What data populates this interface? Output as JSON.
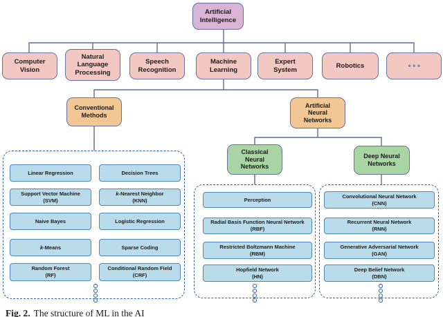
{
  "palette": {
    "background": "#ffffff",
    "connector": "#5f6da0",
    "node-border": "#66719f",
    "root-fill": "#d9b4d6",
    "branch-pink": "#f4c8c2",
    "branch-orange": "#f3c794",
    "branch-green": "#a9d5a5",
    "leaf-fill": "#b9dbea",
    "leaf-border": "#4e86bb",
    "container-border": "#2e5ea6",
    "text": "#1c1c1c",
    "ellipsis": "#7289c0"
  },
  "tree": {
    "root": {
      "label": "Artificial Intelligence"
    },
    "level2": [
      {
        "label": "Computer Vision"
      },
      {
        "label": "Natural Language Processing"
      },
      {
        "label": "Speech Recognition"
      },
      {
        "label": "Machine Learning"
      },
      {
        "label": "Expert System"
      },
      {
        "label": "Robotics"
      },
      {
        "label": "•••"
      }
    ],
    "ml_branches": [
      {
        "label": "Conventional Methods"
      },
      {
        "label": "Artificial Neural Networks"
      }
    ],
    "ann_branches": [
      {
        "label": "Classical Neural Networks"
      },
      {
        "label": "Deep Neural Networks"
      }
    ],
    "conventional": {
      "col1": [
        {
          "line1": "Linear Regression"
        },
        {
          "line1": "Support Vector Machine",
          "line2": "(SVM)"
        },
        {
          "line1": "Naive Bayes"
        },
        {
          "prefix_italic": "k",
          "line1": "-Means"
        },
        {
          "line1": "Random Forest",
          "line2": "(RF)"
        }
      ],
      "col2": [
        {
          "line1": "Decision Trees"
        },
        {
          "prefix_italic": "k",
          "line1": "-Nearest Neighbor",
          "line2": "(KNN)"
        },
        {
          "line1": "Logistic Regression"
        },
        {
          "line1": "Sparse Coding"
        },
        {
          "line1": "Conditional Random Field",
          "line2": "(CRF)"
        }
      ]
    },
    "classical_nn": [
      {
        "line1": "Perception"
      },
      {
        "line1": "Radial Basis Function Neural Network",
        "line2": "(RBF)"
      },
      {
        "line1": "Restricted Boltzmann Machine",
        "line2": "(RBM)"
      },
      {
        "line1": "Hopfield Network",
        "line2": "(HN)"
      }
    ],
    "deep_nn": [
      {
        "line1": "Convolutional Neural Network",
        "line2": "(CNN)"
      },
      {
        "line1": "Recurrent Neural Network",
        "line2": "(RNN)"
      },
      {
        "line1": "Generative Adversarial Network",
        "line2": "(GAN)"
      },
      {
        "line1": "Deep Belief Network",
        "line2": "(DBN)"
      }
    ]
  },
  "caption": {
    "label": "Fig. 2.",
    "text": "The structure of ML in the AI"
  }
}
